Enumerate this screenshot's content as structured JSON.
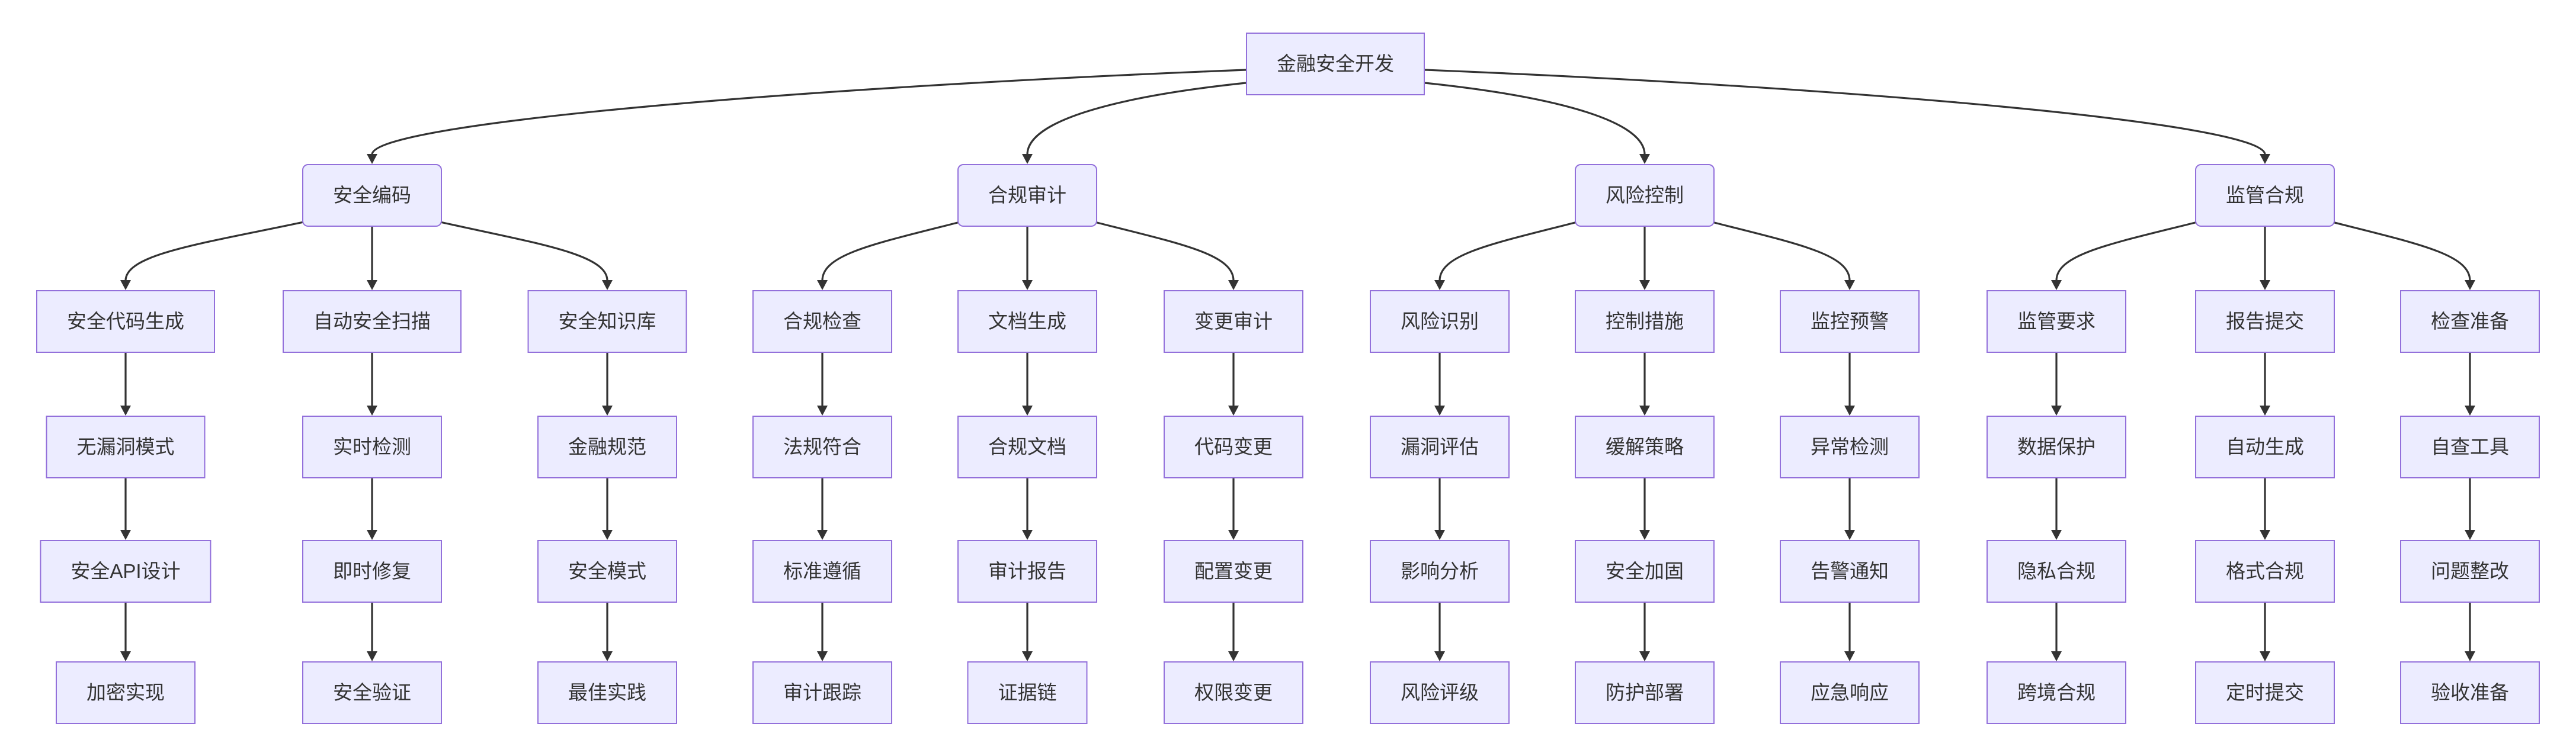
{
  "diagram": {
    "type": "flowchart",
    "direction": "top-down",
    "colors": {
      "background": "#ffffff",
      "node_fill": "#ECECFF",
      "node_border": "#9370DB",
      "edge": "#333333",
      "text": "#333333"
    },
    "root": {
      "label": "金融安全开发"
    },
    "branches": [
      {
        "label": "安全编码",
        "children": [
          {
            "label": "安全代码生成",
            "chain": [
              "无漏洞模式",
              "安全API设计",
              "加密实现"
            ]
          },
          {
            "label": "自动安全扫描",
            "chain": [
              "实时检测",
              "即时修复",
              "安全验证"
            ]
          },
          {
            "label": "安全知识库",
            "chain": [
              "金融规范",
              "安全模式",
              "最佳实践"
            ]
          }
        ]
      },
      {
        "label": "合规审计",
        "children": [
          {
            "label": "合规检查",
            "chain": [
              "法规符合",
              "标准遵循",
              "审计跟踪"
            ]
          },
          {
            "label": "文档生成",
            "chain": [
              "合规文档",
              "审计报告",
              "证据链"
            ]
          },
          {
            "label": "变更审计",
            "chain": [
              "代码变更",
              "配置变更",
              "权限变更"
            ]
          }
        ]
      },
      {
        "label": "风险控制",
        "children": [
          {
            "label": "风险识别",
            "chain": [
              "漏洞评估",
              "影响分析",
              "风险评级"
            ]
          },
          {
            "label": "控制措施",
            "chain": [
              "缓解策略",
              "安全加固",
              "防护部署"
            ]
          },
          {
            "label": "监控预警",
            "chain": [
              "异常检测",
              "告警通知",
              "应急响应"
            ]
          }
        ]
      },
      {
        "label": "监管合规",
        "children": [
          {
            "label": "监管要求",
            "chain": [
              "数据保护",
              "隐私合规",
              "跨境合规"
            ]
          },
          {
            "label": "报告提交",
            "chain": [
              "自动生成",
              "格式合规",
              "定时提交"
            ]
          },
          {
            "label": "检查准备",
            "chain": [
              "自查工具",
              "问题整改",
              "验收准备"
            ]
          }
        ]
      }
    ]
  }
}
